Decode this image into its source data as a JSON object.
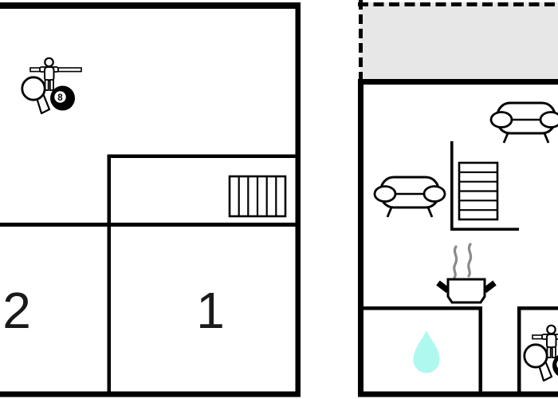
{
  "figure": {
    "type": "floor-plan",
    "labels": {
      "room_1": "1",
      "room_2": "2",
      "eight_ball": "8"
    },
    "colors": {
      "background": "#ffffff",
      "walls": "#000000",
      "terrace_fill": "#e7e7e7",
      "water_drop_fill": "#aff8f0",
      "water_drop_stroke": "#111111",
      "steam": "#8a8a8a",
      "label_ink": "#1a1a1a"
    },
    "icons": [
      "foosball-player-icon",
      "table-tennis-paddle-icon",
      "eight-ball-icon",
      "stairs-icon",
      "sofa-icon",
      "cooking-pot-icon",
      "steam-icon",
      "water-drop-icon"
    ]
  }
}
